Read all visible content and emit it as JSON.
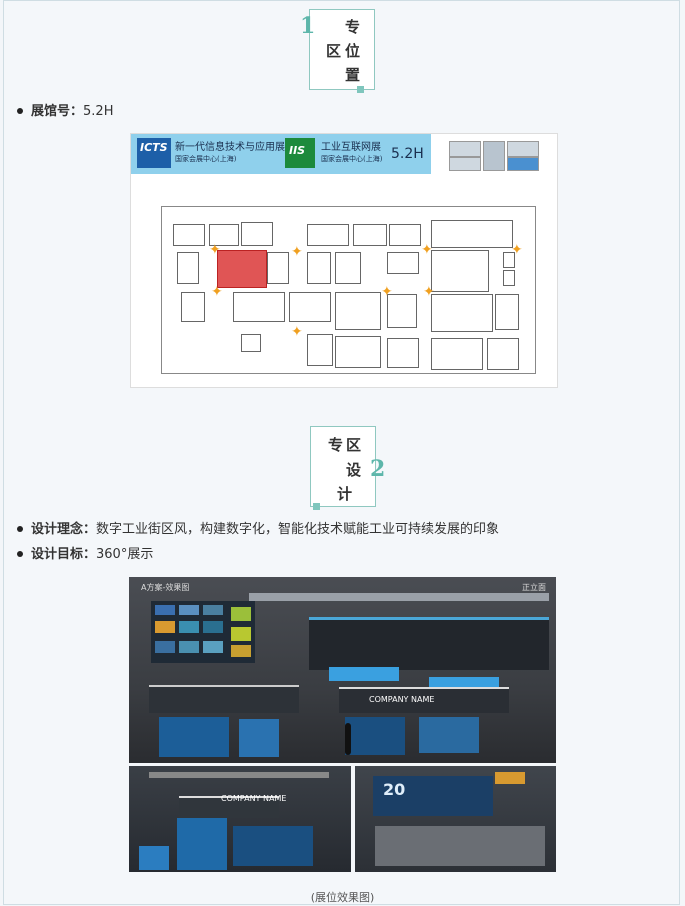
{
  "section1": {
    "number": "1",
    "title_chars": [
      "专",
      "区",
      "位",
      "置"
    ]
  },
  "bullet_hall": {
    "label": "展馆号：",
    "value": "5.2H"
  },
  "floorplan": {
    "logo1": "ICTS",
    "banner1_title": "新一代信息技术与应用展",
    "banner1_venue": "国家会展中心(上海)",
    "logo2": "IIS",
    "banner2_title": "工业互联网展",
    "banner2_venue": "国家会展中心(上海)",
    "hall": "5.2H"
  },
  "section2": {
    "number": "2",
    "title_chars": [
      "专",
      "区",
      "设",
      "计"
    ]
  },
  "bullet_concept": {
    "label": "设计理念：",
    "value": "数字工业街区风，构建数字化，智能化技术赋能工业可持续发展的印象"
  },
  "bullet_goal": {
    "label": "设计目标：",
    "value": "360°展示"
  },
  "render_main": {
    "left_label": "A方案-效果图",
    "right_label": "正立面",
    "company": "COMPANY NAME"
  },
  "render_left": {
    "company": "COMPANY NAME"
  },
  "render_right": {
    "big_number": "20"
  },
  "caption": "(展位效果图)",
  "colors": {
    "accent": "#5db6aa",
    "badge_border": "#8fc8c0",
    "booth_red": "#e05555",
    "banner_blue": "#8fd0ec"
  }
}
